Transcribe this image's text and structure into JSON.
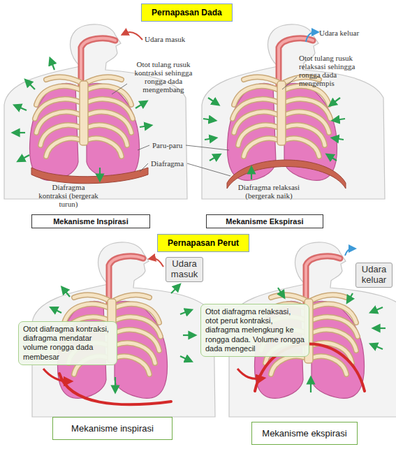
{
  "diagram": {
    "nodes": [
      {
        "text": [
          "Pernapasan Dada"
        ]
      },
      {
        "text": [
          "Mekanisme Inspirasi"
        ]
      },
      {
        "text": [
          "Mekanisme Ekspirasi"
        ]
      },
      {
        "text": [
          "Pernapasan Perut"
        ]
      },
      {
        "text": [
          "Udara masuk"
        ]
      },
      {
        "text": [
          "Udara keluar"
        ]
      },
      {
        "text": [
          "Otot diafragma kontraksi, diafragma mendatar volume rongga dada membesar"
        ]
      },
      {
        "text": [
          "Otot diafragma relaksasi, otot perut kontraksi, diafragma melengkung ke rongga dada. Volume rongga dada mengecil"
        ]
      },
      {
        "text": [
          "Mekanisme inspirasi"
        ]
      },
      {
        "text": [
          "Mekanisme ekspirasi"
        ]
      }
    ],
    "labels": [
      "Udara masuk",
      "Udara keluar",
      "Otot tulang rusuk kontraksi sehingga rongga dada mengembang",
      "Otot tulang rusuk relaksasi sehingga rongga dada mengempis",
      "Paru-paru",
      "Diafragma",
      "Diafragma kontraksi (bergerak turun)",
      "Diafragma relaksasi (bergerak naik)"
    ]
  }
}
